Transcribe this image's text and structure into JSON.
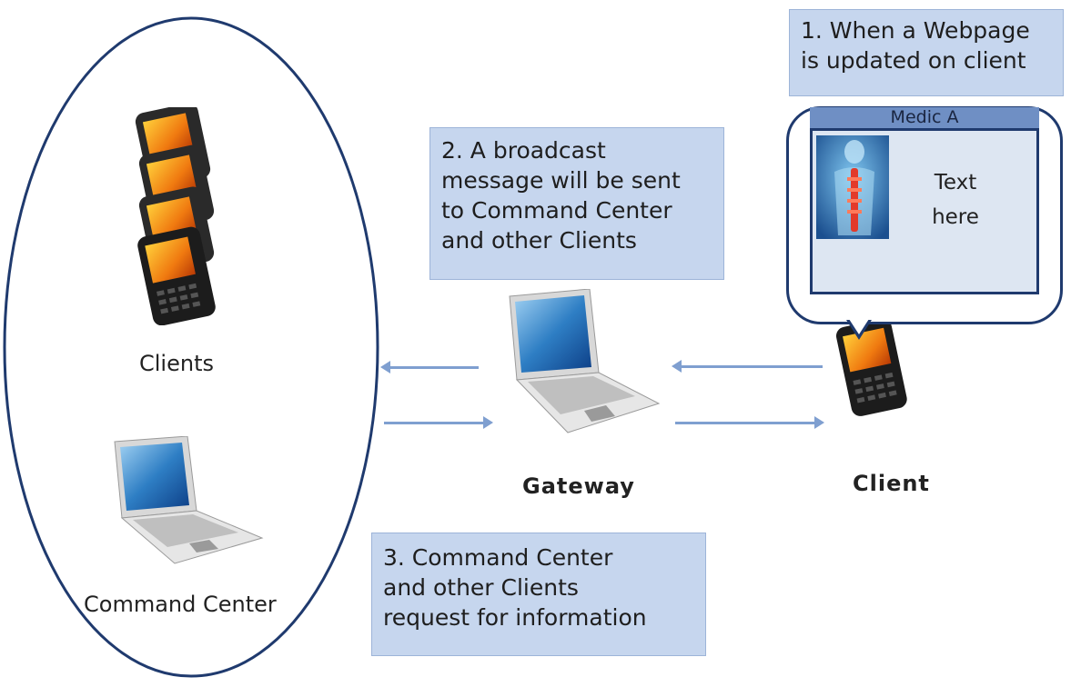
{
  "notes": {
    "step1": [
      "1. When a Webpage",
      "is updated on client"
    ],
    "step2": [
      "2. A broadcast",
      "message will be sent",
      "to Command Center",
      "and other Clients"
    ],
    "step3": [
      "3. Command Center",
      "and other Clients",
      "request for  information"
    ]
  },
  "labels": {
    "clients": "Clients",
    "command_center": "Command Center",
    "gateway": "Gateway",
    "client": "Client"
  },
  "bubble": {
    "title": "Medic A",
    "text_line1": "Text",
    "text_line2": "here"
  },
  "icons": {
    "clients": "phone-stack-icon",
    "command_center": "laptop-icon",
    "gateway": "laptop-icon",
    "client": "phone-icon",
    "bubble_image": "spine-xray-icon"
  },
  "colors": {
    "note_fill": "#c6d6ee",
    "ellipse_stroke": "#1f3a6e",
    "arrow": "#7f9fd0",
    "bubble_border": "#1f3a6e",
    "bubble_header": "#6f8fc4"
  }
}
